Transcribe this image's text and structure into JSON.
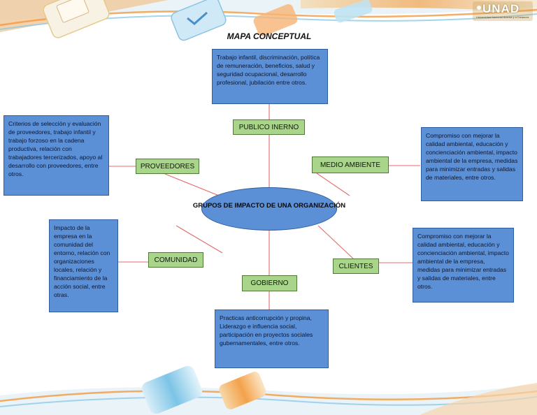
{
  "header": {
    "title": "MAPA CONCEPTUAL",
    "logo_text": "UNAD",
    "logo_subtitle": "Universidad Nacional Abierta y a Distancia"
  },
  "center": {
    "label": "GRUPOS DE IMPACTO DE UNA ORGANIZACIÓN"
  },
  "nodes": {
    "publico_interno": {
      "label": "PUBLICO INERNO",
      "description": "Trabajo infantil, discriminación, política de remuneración, beneficios, salud y seguridad ocupacional, desarrollo profesional, jubilación entre otros."
    },
    "proveedores": {
      "label": "PROVEEDORES",
      "description": "Criterios de selección y evaluación de proveedores, trabajo infantil y trabajo forzoso en la cadena productiva, relación con trabajadores tercerizados, apoyo al desarrollo con proveedores, entre otros."
    },
    "medio_ambiente": {
      "label": "MEDIO AMBIENTE",
      "description": "Compromiso con mejorar la calidad ambiental, educación y concienciación ambiental, impacto ambiental de la empresa, medidas para minimizar entradas y salidas de materiales, entre otros."
    },
    "comunidad": {
      "label": "COMUNIDAD",
      "description": "Impacto de la empresa en la comunidad del entorno, relación con organizaciones locales, relación y financiamiento de la acción social, entre otras."
    },
    "clientes": {
      "label": "CLIENTES",
      "description": "Compromiso con mejorar la calidad ambiental, educación y concienciación ambiental, impacto ambiental de la empresa, medidas para minimizar entradas y salidas de materiales, entre otros."
    },
    "gobierno": {
      "label": "GOBIERNO",
      "description": "Practicas anticorrupción y propina, Liderazgo e influencia social, participación en proyectos sociales gubernamentales, entre otros."
    }
  },
  "colors": {
    "note_fill": "#5b8fd6",
    "label_fill": "#a8d58a",
    "connector": "#e46a6a"
  }
}
